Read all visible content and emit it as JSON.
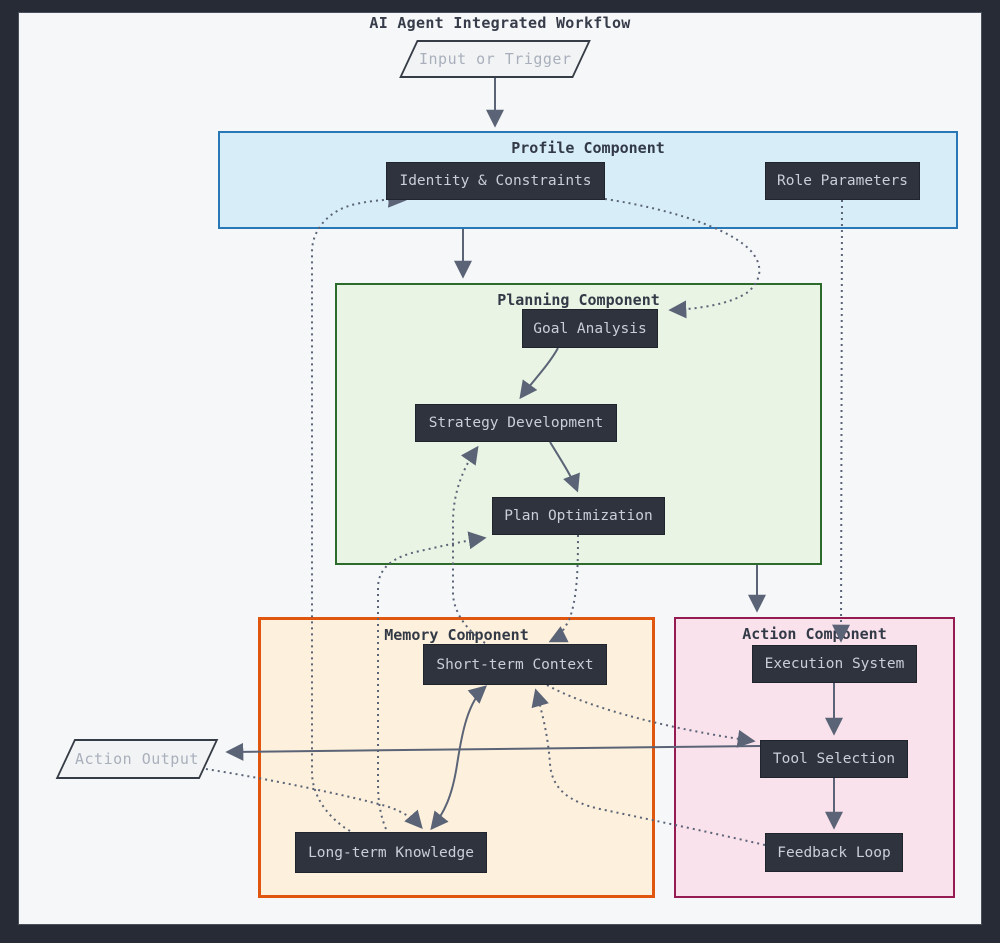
{
  "title": "AI Agent Integrated Workflow",
  "groups": {
    "profile": {
      "label": "Profile Component",
      "fill": "#d7edf8",
      "border": "#2878b8"
    },
    "planning": {
      "label": "Planning Component",
      "fill": "#e9f4e4",
      "border": "#2d6b2d"
    },
    "memory": {
      "label": "Memory Component",
      "fill": "#fdf0dc",
      "border": "#e0560e"
    },
    "action": {
      "label": "Action Component",
      "fill": "#f9e2ec",
      "border": "#951c52"
    }
  },
  "nodes": {
    "input_trigger": {
      "label": "Input or Trigger",
      "shape": "parallelogram"
    },
    "identity_constraints": {
      "label": "Identity & Constraints",
      "shape": "rect"
    },
    "role_parameters": {
      "label": "Role Parameters",
      "shape": "rect"
    },
    "goal_analysis": {
      "label": "Goal Analysis",
      "shape": "rect"
    },
    "strategy_development": {
      "label": "Strategy Development",
      "shape": "rect"
    },
    "plan_optimization": {
      "label": "Plan Optimization",
      "shape": "rect"
    },
    "short_term_context": {
      "label": "Short-term Context",
      "shape": "rect"
    },
    "long_term_knowledge": {
      "label": "Long-term Knowledge",
      "shape": "rect"
    },
    "execution_system": {
      "label": "Execution System",
      "shape": "rect"
    },
    "tool_selection": {
      "label": "Tool Selection",
      "shape": "rect"
    },
    "feedback_loop": {
      "label": "Feedback Loop",
      "shape": "rect"
    },
    "action_output": {
      "label": "Action Output",
      "shape": "parallelogram"
    }
  },
  "edges": [
    {
      "from": "input_trigger",
      "to": "profile_component",
      "style": "solid"
    },
    {
      "from": "profile_component",
      "to": "planning_component",
      "style": "solid"
    },
    {
      "from": "goal_analysis",
      "to": "strategy_development",
      "style": "solid"
    },
    {
      "from": "strategy_development",
      "to": "plan_optimization",
      "style": "solid"
    },
    {
      "from": "planning_component",
      "to": "action_component",
      "style": "solid"
    },
    {
      "from": "execution_system",
      "to": "tool_selection",
      "style": "solid"
    },
    {
      "from": "tool_selection",
      "to": "feedback_loop",
      "style": "solid"
    },
    {
      "from": "tool_selection",
      "to": "action_output",
      "style": "solid"
    },
    {
      "from": "short_term_context",
      "to": "long_term_knowledge",
      "style": "solid",
      "bidirectional": true
    },
    {
      "from": "long_term_knowledge",
      "to": "identity_constraints",
      "style": "dotted"
    },
    {
      "from": "long_term_knowledge",
      "to": "plan_optimization",
      "style": "dotted"
    },
    {
      "from": "short_term_context",
      "to": "strategy_development",
      "style": "dotted"
    },
    {
      "from": "plan_optimization",
      "to": "short_term_context",
      "style": "dotted"
    },
    {
      "from": "identity_constraints",
      "to": "goal_analysis",
      "style": "dotted"
    },
    {
      "from": "role_parameters",
      "to": "execution_system",
      "style": "dotted"
    },
    {
      "from": "short_term_context",
      "to": "tool_selection",
      "style": "dotted"
    },
    {
      "from": "feedback_loop",
      "to": "short_term_context",
      "style": "dotted"
    },
    {
      "from": "action_output",
      "to": "long_term_knowledge",
      "style": "dotted"
    }
  ],
  "colors": {
    "edge": "#5b6477",
    "node_fill": "#2e333d",
    "node_text": "#c9ced8",
    "io_text": "#a9b0bc",
    "background": "#f6f7f9",
    "frame": "#262b35",
    "label_text": "#333a47"
  }
}
